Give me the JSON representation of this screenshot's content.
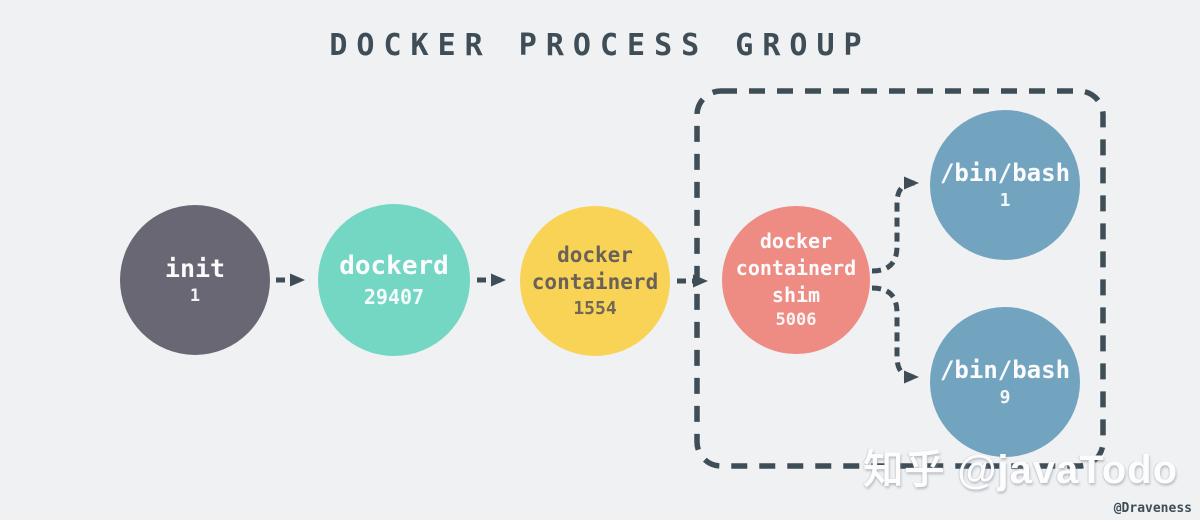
{
  "title": "DOCKER PROCESS GROUP",
  "colors": {
    "background": "#eff1f3",
    "slate": "#3f4d57",
    "init": "#6a6774",
    "dockerd": "#74d7c4",
    "containerd": "#f8d355",
    "shim": "#ee8b82",
    "bash": "#72a4c0",
    "yellow-text": "#6a6257",
    "light-text": "#fbfbfd"
  },
  "nodes": {
    "init": {
      "lines": [
        "init"
      ],
      "pid": "1"
    },
    "dockerd": {
      "lines": [
        "dockerd"
      ],
      "pid": "29407"
    },
    "containerd": {
      "lines": [
        "docker",
        "containerd"
      ],
      "pid": "1554"
    },
    "shim": {
      "lines": [
        "docker",
        "containerd",
        "shim"
      ],
      "pid": "5006"
    },
    "bash1": {
      "lines": [
        "/bin/bash"
      ],
      "pid": "1"
    },
    "bash9": {
      "lines": [
        "/bin/bash"
      ],
      "pid": "9"
    }
  },
  "edges": [
    {
      "from": "init",
      "to": "dockerd",
      "style": "dashed-arrow"
    },
    {
      "from": "dockerd",
      "to": "containerd",
      "style": "dashed-arrow"
    },
    {
      "from": "containerd",
      "to": "shim",
      "style": "dashed-arrow"
    },
    {
      "from": "shim",
      "to": "bash1",
      "style": "dashed-arrow-fork"
    },
    {
      "from": "shim",
      "to": "bash9",
      "style": "dashed-arrow-fork"
    }
  ],
  "group_box": {
    "contains": [
      "shim",
      "bash1",
      "bash9"
    ],
    "style": "dashed-rounded-rect"
  },
  "watermark": "知乎 @javaTodo",
  "credit": "@Draveness"
}
